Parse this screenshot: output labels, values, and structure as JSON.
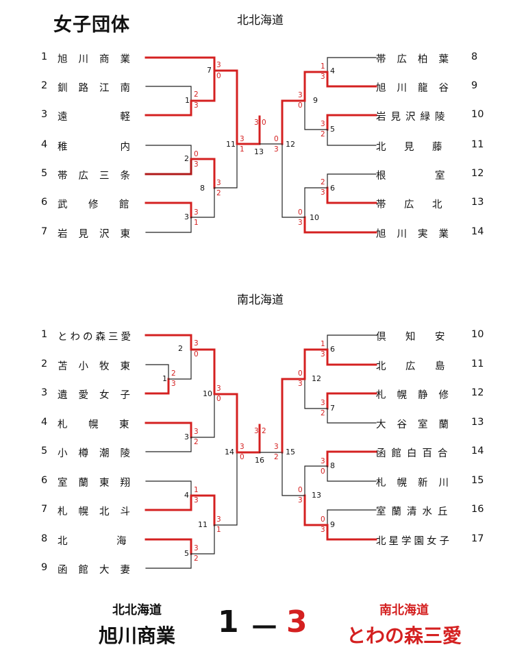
{
  "title": "女子団体",
  "north": {
    "title": "北北海道",
    "left": [
      {
        "seed": "1",
        "name": "旭川商業"
      },
      {
        "seed": "2",
        "name": "釧路江南"
      },
      {
        "seed": "3",
        "name": "遠　　軽"
      },
      {
        "seed": "4",
        "name": "稚　　内"
      },
      {
        "seed": "5",
        "name": "帯広三条"
      },
      {
        "seed": "6",
        "name": "武　修　館"
      },
      {
        "seed": "7",
        "name": "岩見沢東"
      }
    ],
    "right": [
      {
        "seed": "8",
        "name": "帯広柏葉"
      },
      {
        "seed": "9",
        "name": "旭川龍谷"
      },
      {
        "seed": "10",
        "name": "岩見沢緑陵"
      },
      {
        "seed": "11",
        "name": "北　見　藤"
      },
      {
        "seed": "12",
        "name": "根　　　室"
      },
      {
        "seed": "13",
        "name": "帯　広　北"
      },
      {
        "seed": "14",
        "name": "旭川実業"
      }
    ],
    "matches": [
      "7",
      "1",
      "2",
      "8",
      "3",
      "11",
      "13",
      "12",
      "4",
      "9",
      "5",
      "6",
      "10"
    ],
    "scores": [
      "3",
      "0",
      "2",
      "3",
      "0",
      "3",
      "3",
      "2",
      "3",
      "1",
      "3",
      "1",
      "3",
      "0",
      "0",
      "3",
      "1",
      "3",
      "3",
      "0",
      "3",
      "2",
      "2",
      "3",
      "0",
      "3"
    ]
  },
  "south": {
    "title": "南北海道",
    "left": [
      {
        "seed": "1",
        "name": "とわの森三愛"
      },
      {
        "seed": "2",
        "name": "苫小牧東"
      },
      {
        "seed": "3",
        "name": "遺愛女子"
      },
      {
        "seed": "4",
        "name": "札　幌　東"
      },
      {
        "seed": "5",
        "name": "小樽潮陵"
      },
      {
        "seed": "6",
        "name": "室蘭東翔"
      },
      {
        "seed": "7",
        "name": "札幌北斗"
      },
      {
        "seed": "8",
        "name": "北　　　海"
      },
      {
        "seed": "9",
        "name": "函館大妻"
      }
    ],
    "right": [
      {
        "seed": "10",
        "name": "倶　知　安"
      },
      {
        "seed": "11",
        "name": "北　広　島"
      },
      {
        "seed": "12",
        "name": "札幌静修"
      },
      {
        "seed": "13",
        "name": "大谷室蘭"
      },
      {
        "seed": "14",
        "name": "函館白百合"
      },
      {
        "seed": "15",
        "name": "札幌新川"
      },
      {
        "seed": "16",
        "name": "室蘭清水丘"
      },
      {
        "seed": "17",
        "name": "北星学園女子"
      }
    ],
    "matches": [
      "2",
      "1",
      "10",
      "3",
      "14",
      "4",
      "11",
      "5",
      "16",
      "15",
      "6",
      "12",
      "7",
      "8",
      "13",
      "9"
    ],
    "scores": [
      "3",
      "0",
      "2",
      "3",
      "3",
      "0",
      "3",
      "2",
      "1",
      "3",
      "3",
      "1",
      "3",
      "2",
      "3",
      "0",
      "3",
      "2",
      "3",
      "2",
      "1",
      "3",
      "0",
      "3",
      "3",
      "2",
      "3",
      "0",
      "0",
      "3",
      "0",
      "3"
    ]
  },
  "final": {
    "north_region": "北北海道",
    "north_team": "旭川商業",
    "north_score": "1",
    "dash": "－",
    "south_score": "3",
    "south_region": "南北海道",
    "south_team": "とわの森三愛"
  },
  "colors": {
    "winner": "#d42020",
    "loser": "#222222",
    "south_text": "#d42020"
  }
}
